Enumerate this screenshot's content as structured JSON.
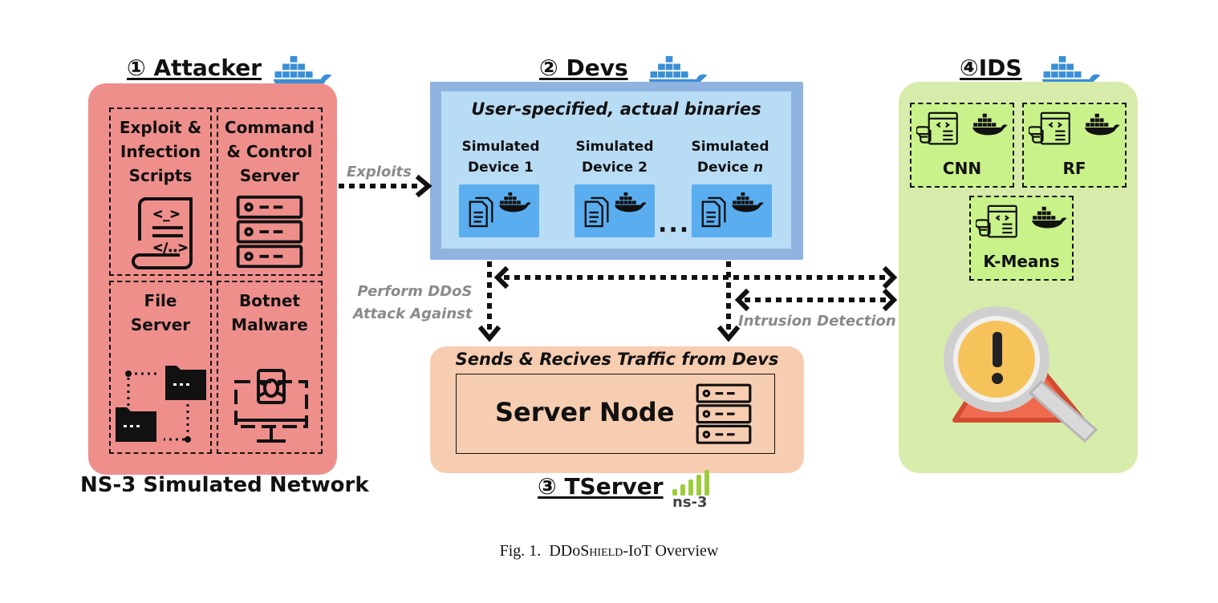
{
  "attacker": {
    "title": "① Attacker",
    "cells": {
      "exploit": "Exploit &\nInfection\nScripts",
      "command": "Command\n& Control\nServer",
      "file": "File\nServer",
      "botnet": "Botnet\nMalware"
    },
    "footer": "NS-3 Simulated Network"
  },
  "devs": {
    "title": "② Devs",
    "subtitle": "User-specified, actual binaries",
    "devices": [
      "Simulated\nDevice 1",
      "Simulated\nDevice 2",
      "Simulated\nDevice n"
    ],
    "ellipsis": "..."
  },
  "ids": {
    "title": "④IDS",
    "models": [
      "CNN",
      "RF",
      "K-Means"
    ]
  },
  "tserver": {
    "title": "③ TServer",
    "header": "Sends & Recives Traffic from Devs",
    "node": "Server Node",
    "ns3_logo": "ns-3"
  },
  "arrows": {
    "exploits": "Exploits",
    "ddos": "Perform DDoS\nAttack Against",
    "intrusion": "Intrusion Detection"
  },
  "caption": {
    "prefix": "Fig. 1.",
    "name_lead": "DDo",
    "name_sc": "Shield",
    "name_tail": "-IoT Overview"
  },
  "colors": {
    "attacker_bg": "#ef8f8c",
    "devs_bg": "#b9dcf5",
    "devs_border": "#8fb4e0",
    "device_box": "#5aaef0",
    "ids_bg": "#d7ecaa",
    "model_bg": "#c9f28a",
    "tserver_bg": "#f7cdb1",
    "docker_blue": "#3a8fd6",
    "ns3_green": "#9ccc3c"
  }
}
